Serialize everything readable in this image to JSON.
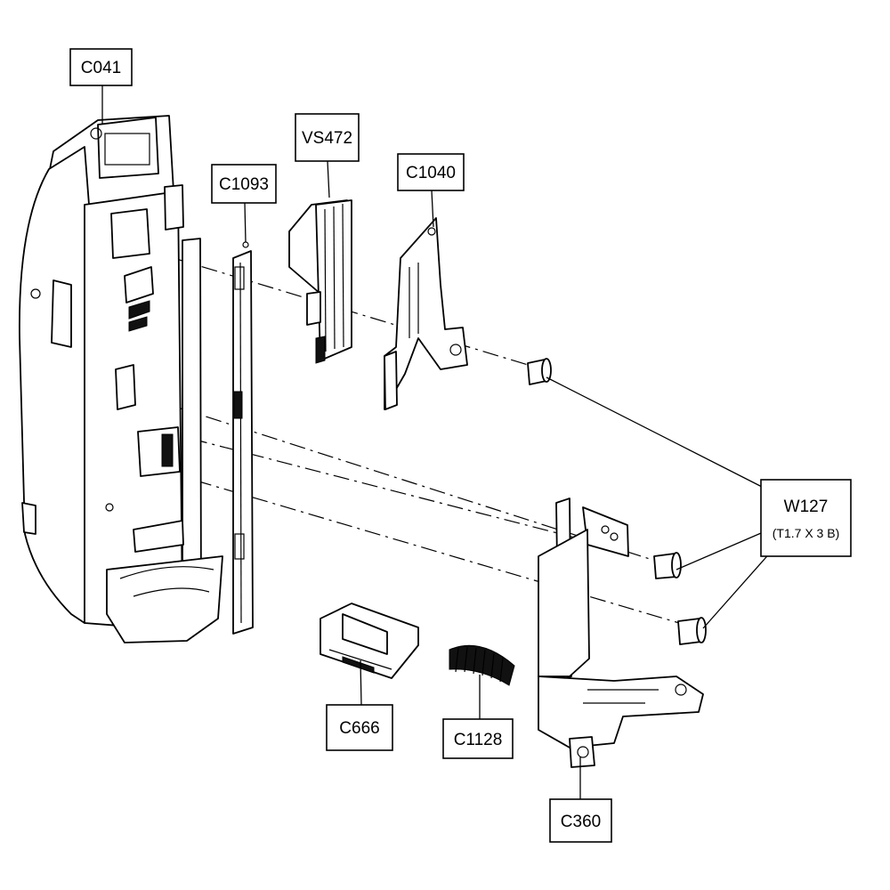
{
  "labels": {
    "c041": "C041",
    "c1093": "C1093",
    "vs472": "VS472",
    "c1040": "C1040",
    "w127": "W127",
    "w127_spec": "(T1.7 X 3 B)",
    "c666": "C666",
    "c1128": "C1128",
    "c360": "C360"
  }
}
